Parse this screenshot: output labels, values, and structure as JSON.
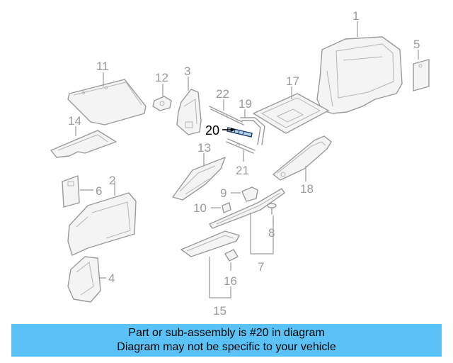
{
  "diagram": {
    "highlighted_part": "20",
    "callouts": [
      "1",
      "2",
      "3",
      "4",
      "5",
      "6",
      "7",
      "8",
      "9",
      "10",
      "11",
      "12",
      "13",
      "14",
      "15",
      "16",
      "17",
      "18",
      "19",
      "20",
      "21",
      "22"
    ]
  },
  "banner": {
    "line1": "Part or sub-assembly is #20 in diagram",
    "line2": "Diagram may not be specific to your vehicle",
    "color": "#5bc2f7"
  }
}
